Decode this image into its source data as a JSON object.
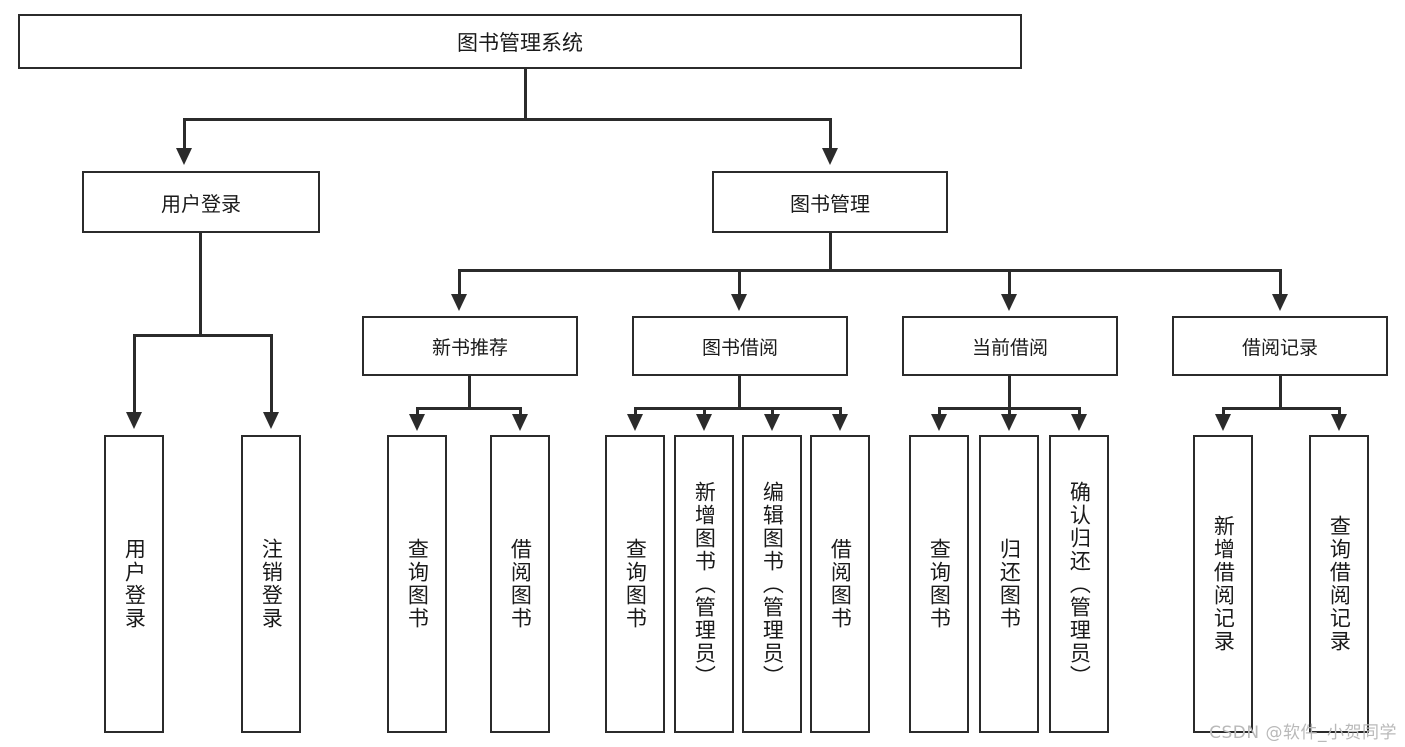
{
  "diagram": {
    "title": "图书管理系统",
    "type": "功能结构图",
    "root": {
      "label": "图书管理系统"
    },
    "level1": [
      {
        "label": "用户登录"
      },
      {
        "label": "图书管理"
      }
    ],
    "level2": [
      {
        "label": "新书推荐",
        "parent": "图书管理"
      },
      {
        "label": "图书借阅",
        "parent": "图书管理"
      },
      {
        "label": "当前借阅",
        "parent": "图书管理"
      },
      {
        "label": "借阅记录",
        "parent": "图书管理"
      }
    ],
    "leaves": {
      "user_login": [
        {
          "label": "用户登录"
        },
        {
          "label": "注销登录"
        }
      ],
      "new_book_recommend": [
        {
          "label": "查询图书"
        },
        {
          "label": "借阅图书"
        }
      ],
      "book_borrow": [
        {
          "label": "查询图书"
        },
        {
          "label": "新增图书（管理员）"
        },
        {
          "label": "编辑图书（管理员）"
        },
        {
          "label": "借阅图书"
        }
      ],
      "current_borrow": [
        {
          "label": "查询图书"
        },
        {
          "label": "归还图书"
        },
        {
          "label": "确认归还（管理员）"
        }
      ],
      "borrow_record": [
        {
          "label": "新增借阅记录"
        },
        {
          "label": "查询借阅记录"
        }
      ]
    }
  },
  "watermark": {
    "text": "CSDN @软件_小贺同学"
  },
  "colors": {
    "background": "#ffffff",
    "stroke": "#2b2b2b",
    "text": "#1a1a1a",
    "watermark": "#b9b9b9"
  }
}
